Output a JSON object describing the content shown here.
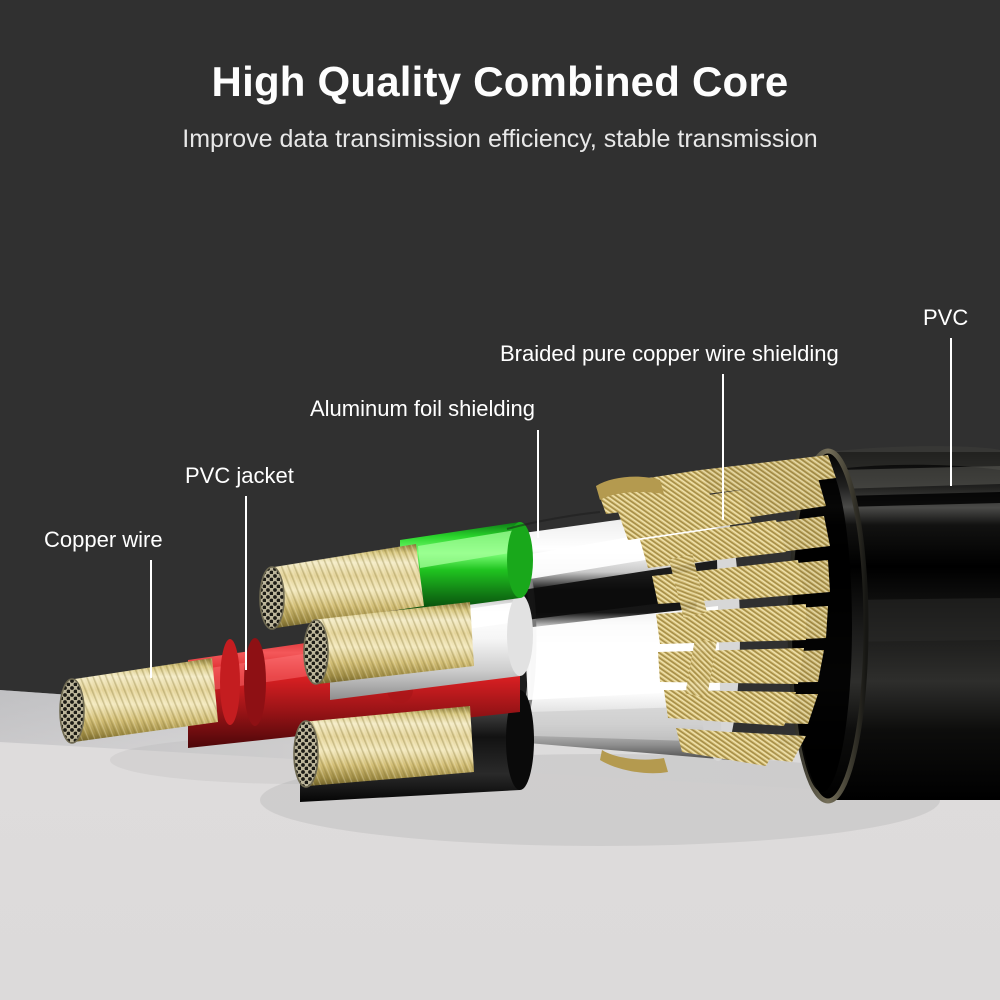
{
  "header": {
    "title": "High Quality Combined Core",
    "subtitle": "Improve data transimission efficiency, stable transmission"
  },
  "labels": [
    {
      "id": "copper-wire",
      "text": "Copper wire"
    },
    {
      "id": "pvc-jacket",
      "text": "PVC jacket"
    },
    {
      "id": "aluminum-foil",
      "text": "Aluminum foil shielding"
    },
    {
      "id": "braided",
      "text": "Braided pure copper wire shielding"
    },
    {
      "id": "pvc",
      "text": "PVC"
    }
  ],
  "colors": {
    "background_top": "#303030",
    "background_floor": "#dcdada",
    "title_text": "#fdfdfd",
    "subtitle_text": "#e8e8e8",
    "label_text": "#ffffff",
    "leader_line": "#ffffff",
    "copper_strand": "#e8dba0",
    "copper_strand_dark": "#8d7b3a",
    "jacket_red": "#d81f22",
    "jacket_green": "#20c420",
    "jacket_white": "#f4f4f4",
    "jacket_black": "#141414",
    "foil_chrome": "#f2f2f2",
    "braid_gold": "#d9c06a",
    "outer_pvc": "#0b0b0b"
  },
  "diagram": {
    "subject": "cut-away coaxial / USB data cable cross-section",
    "inner_conductors": [
      {
        "name": "green-wire",
        "jacket": "green"
      },
      {
        "name": "white-wire",
        "jacket": "white"
      },
      {
        "name": "red-wire",
        "jacket": "red"
      },
      {
        "name": "black-wire",
        "jacket": "black"
      }
    ],
    "layers": [
      "Copper wire",
      "PVC jacket",
      "Aluminum foil shielding",
      "Braided pure copper wire shielding",
      "PVC"
    ]
  }
}
